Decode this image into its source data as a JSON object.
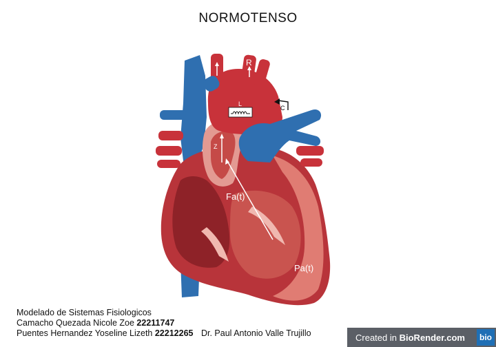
{
  "title": "NORMOTENSO",
  "labels": {
    "r": "R",
    "l": "L",
    "c": "C",
    "z": "Z",
    "fa": "Fa(t)",
    "pa": "Pa(t)"
  },
  "credits": {
    "line1": "Modelado de Sistemas Fisiologicos",
    "line2_name": "Camacho Quezada Nicole Zoe",
    "line2_id": "22211747",
    "line3_name": "Puentes Hernandez Yoseline Lizeth",
    "line3_id": "22212265",
    "professor": "Dr. Paul Antonio Valle Trujillo"
  },
  "badge": {
    "prefix": "Created in",
    "brand": "BioRender.com",
    "logo": "bio"
  },
  "colors": {
    "vessel_blue": "#2f6fb0",
    "artery_red": "#c8323a",
    "muscle_red": "#b8343a",
    "inner_pink": "#e39a92"
  }
}
